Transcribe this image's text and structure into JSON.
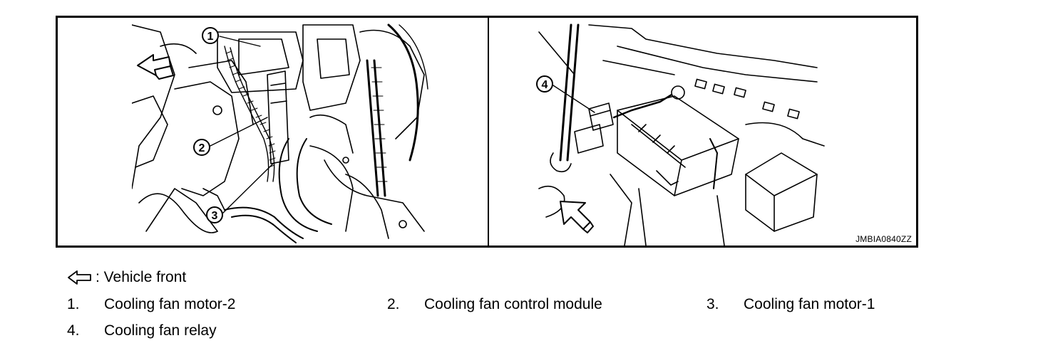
{
  "figure": {
    "code": "JMBIA0840ZZ",
    "callouts": [
      "1",
      "2",
      "3",
      "4"
    ]
  },
  "legend": {
    "front_icon": "outline-arrow-left-icon",
    "front_label": ": Vehicle front",
    "items": [
      {
        "num": "1.",
        "label": "Cooling fan motor-2"
      },
      {
        "num": "2.",
        "label": "Cooling fan control module"
      },
      {
        "num": "3.",
        "label": "Cooling fan motor-1"
      },
      {
        "num": "4.",
        "label": "Cooling fan relay"
      }
    ]
  }
}
